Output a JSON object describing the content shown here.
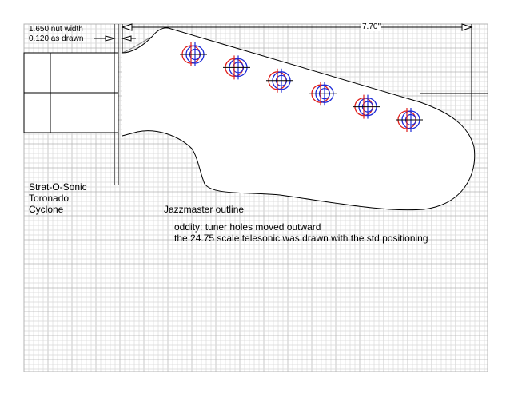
{
  "dimensions": {
    "nut_width": "1.650 nut width",
    "as_drawn": "0.120 as drawn",
    "headstock_length": "7.70\""
  },
  "models": [
    "Strat-O-Sonic",
    "Toronado",
    "Cyclone"
  ],
  "outline_label": "Jazzmaster outline",
  "notes": {
    "line1": "oddity:  tuner holes moved outward",
    "line2": "the 24.75 scale telesonic was drawn with the std positioning"
  },
  "tuner_count": 6,
  "colors": {
    "grid_major": "#b4b4b4",
    "grid_minor": "#d9d9d9",
    "outline": "#000000",
    "jazzmaster_outline": "#808080",
    "tuner_red": "#e0201c",
    "tuner_blue": "#1c2ad8"
  }
}
